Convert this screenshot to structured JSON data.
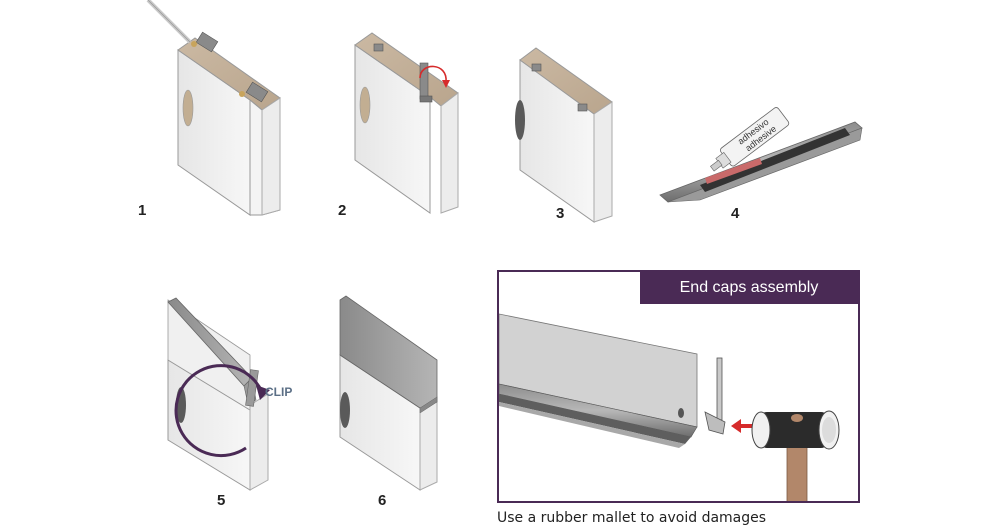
{
  "steps": [
    {
      "number": "1"
    },
    {
      "number": "2"
    },
    {
      "number": "3"
    },
    {
      "number": "4",
      "tube_labels": [
        "adhesivo",
        "adhesive"
      ]
    },
    {
      "number": "5",
      "action_label": "CLIP"
    },
    {
      "number": "6"
    }
  ],
  "endcaps": {
    "title": "End caps assembly"
  },
  "caption": "Use a rubber mallet to avoid damages",
  "colors": {
    "panel_accent": "#4a2a55",
    "arrow_red": "#d62b2b",
    "clip_arrow": "#4a2a55"
  }
}
